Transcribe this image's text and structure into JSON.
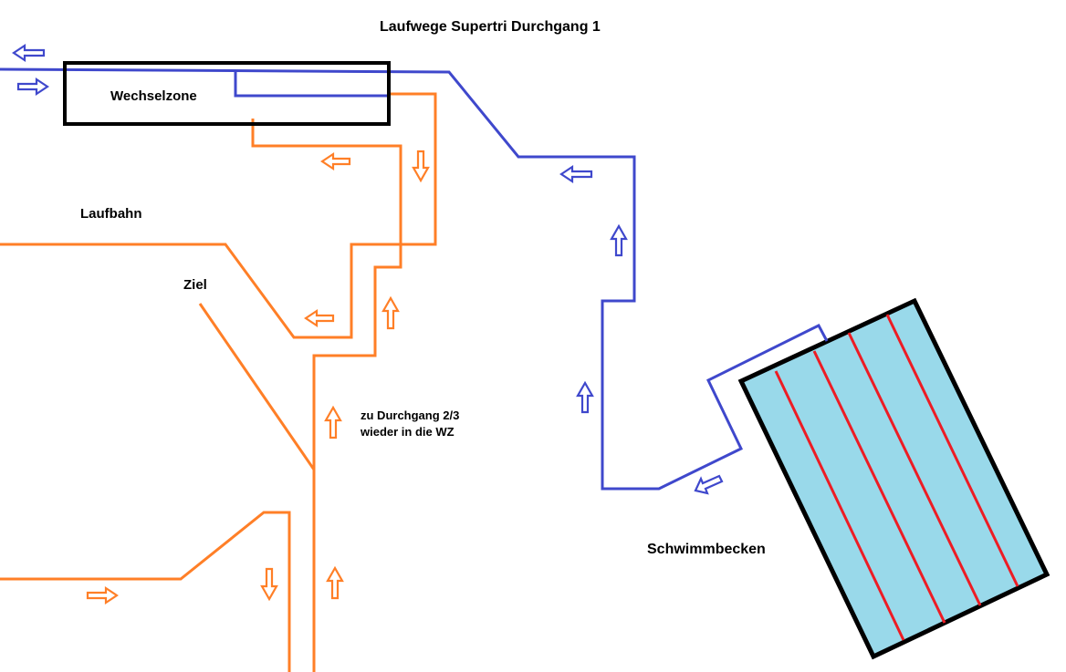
{
  "title": "Laufwege Supertri Durchgang 1",
  "labels": {
    "transition_zone": "Wechselzone",
    "track": "Laufbahn",
    "finish": "Ziel",
    "next_round_note": "zu Durchgang 2/3\nwieder in die WZ",
    "pool": "Schwimmbecken"
  },
  "colors": {
    "bike_route": "#3f48cc",
    "run_route": "#ff7f27",
    "outline": "#000000",
    "pool_water": "#99d9ea",
    "lane_line": "#ed1c24"
  },
  "icons": [
    "arrow-left-icon",
    "arrow-right-icon",
    "arrow-up-icon",
    "arrow-down-icon"
  ]
}
